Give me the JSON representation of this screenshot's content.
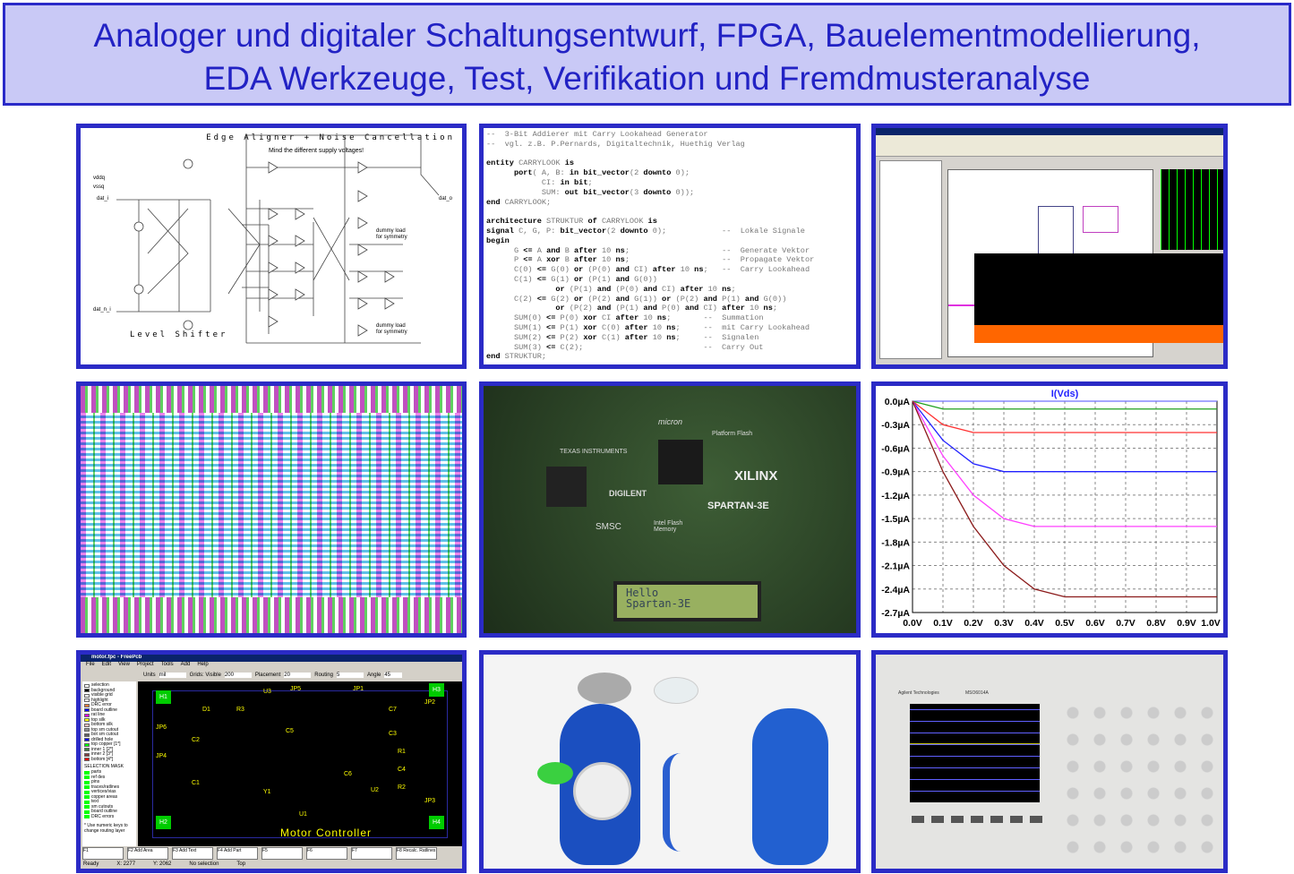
{
  "title": {
    "line1": "Analoger und digitaler Schaltungsentwurf, FPGA, Bauelementmodellierung,",
    "line2": "EDA Werkzeuge, Test, Verifikation und Fremdmusteranalyse"
  },
  "schematic": {
    "heading": "Edge Aligner + Noise Cancellation",
    "note": "Mind the different supply voltages!",
    "footer": "Level Shifter",
    "pins": [
      "vddq",
      "vssq",
      "dat_i",
      "dat_n_i",
      "dat_o"
    ],
    "dummy_note": "dummy load for symmetry"
  },
  "vhdl": {
    "lines": [
      "--  3-Bit Addierer mit Carry Lookahead Generator",
      "--  vgl. z.B. P.Pernards, Digitaltechnik, Huethig Verlag",
      "",
      "entity CARRYLOOK is",
      "      port( A, B: in bit_vector(2 downto 0);",
      "            CI: in bit;",
      "            SUM: out bit_vector(3 downto 0));",
      "end CARRYLOOK;",
      "",
      "architecture STRUKTUR of CARRYLOOK is",
      "signal C, G, P: bit_vector(2 downto 0);            --  Lokale Signale",
      "begin",
      "      G <= A and B after 10 ns;                    --  Generate Vektor",
      "      P <= A xor B after 10 ns;                    --  Propagate Vektor",
      "      C(0) <= G(0) or (P(0) and CI) after 10 ns;   --  Carry Lookahead",
      "      C(1) <= G(1) or (P(1) and G(0))",
      "               or (P(1) and (P(0) and CI) after 10 ns;",
      "      C(2) <= G(2) or (P(2) and G(1)) or (P(2) and P(1) and G(0))",
      "               or (P(2) and (P(1) and P(0) and CI) after 10 ns;",
      "      SUM(0) <= P(0) xor CI after 10 ns;       --  Summation",
      "      SUM(1) <= P(1) xor C(0) after 10 ns;     --  mit Carry Lookahead",
      "      SUM(2) <= P(2) xor C(1) after 10 ns;     --  Signalen",
      "      SUM(3) <= C(2);                          --  Carry Out",
      "end STRUKTUR;"
    ]
  },
  "chart_data": {
    "type": "line",
    "title": "I(Vds)",
    "xlabel": "",
    "ylabel": "",
    "x": [
      0.0,
      0.1,
      0.2,
      0.3,
      0.4,
      0.5,
      0.6,
      0.7,
      0.8,
      0.9,
      1.0
    ],
    "x_tick_labels": [
      "0.0V",
      "0.1V",
      "0.2V",
      "0.3V",
      "0.4V",
      "0.5V",
      "0.6V",
      "0.7V",
      "0.8V",
      "0.9V",
      "1.0V"
    ],
    "y_tick_labels": [
      "0.0µA",
      "-0.3µA",
      "-0.6µA",
      "-0.9µA",
      "-1.2µA",
      "-1.5µA",
      "-1.8µA",
      "-2.1µA",
      "-2.4µA",
      "-2.7µA"
    ],
    "xlim": [
      0,
      1.0
    ],
    "ylim": [
      -2.7,
      0
    ],
    "grid": true,
    "unit_y": "µA",
    "unit_x": "V",
    "series": [
      {
        "color": "#7070ff",
        "values": [
          0,
          0,
          0,
          0,
          0,
          0,
          0,
          0,
          0,
          0,
          0
        ]
      },
      {
        "color": "#20a020",
        "values": [
          0,
          -0.1,
          -0.1,
          -0.1,
          -0.1,
          -0.1,
          -0.1,
          -0.1,
          -0.1,
          -0.1,
          -0.1
        ]
      },
      {
        "color": "#ff3030",
        "values": [
          0,
          -0.3,
          -0.4,
          -0.4,
          -0.4,
          -0.4,
          -0.4,
          -0.4,
          -0.4,
          -0.4,
          -0.4
        ]
      },
      {
        "color": "#2020ff",
        "values": [
          0,
          -0.5,
          -0.8,
          -0.9,
          -0.9,
          -0.9,
          -0.9,
          -0.9,
          -0.9,
          -0.9,
          -0.9
        ]
      },
      {
        "color": "#ff40ff",
        "values": [
          0,
          -0.7,
          -1.2,
          -1.5,
          -1.6,
          -1.6,
          -1.6,
          -1.6,
          -1.6,
          -1.6,
          -1.6
        ]
      },
      {
        "color": "#8b1a1a",
        "values": [
          0,
          -0.9,
          -1.6,
          -2.1,
          -2.4,
          -2.5,
          -2.5,
          -2.5,
          -2.5,
          -2.5,
          -2.5
        ]
      }
    ]
  },
  "board": {
    "brands": [
      "micron",
      "TEXAS INSTRUMENTS",
      "DIGILENT",
      "XILINX",
      "SPARTAN-3E",
      "SMSC",
      "Intel Flash Memory",
      "Platform Flash"
    ],
    "lcd": [
      "Hello",
      "Spartan-3E"
    ]
  },
  "pcb": {
    "window_title": "motor.fpc - FreePcb",
    "menu": [
      "File",
      "Edit",
      "View",
      "Project",
      "Tools",
      "Add",
      "Help"
    ],
    "toolbar": {
      "units_label": "Units",
      "units": "mil",
      "grid_label": "Grids: Visible",
      "grid": "200",
      "placement_label": "Placement",
      "placement": "20",
      "routing_label": "Routing",
      "routing": "5",
      "angle_label": "Angle",
      "angle": "45"
    },
    "layers": [
      "selection",
      "background",
      "visible grid",
      "highlight",
      "DRC error",
      "board outline",
      "rat line",
      "top silk",
      "bottom silk",
      "top sm cutout",
      "bot sm cutout",
      "drilled hole",
      "top copper [1*]",
      "inner 1 [2*]",
      "inner 2 [3*]",
      "bottom [4*]"
    ],
    "layer_colors": [
      "#fff",
      "#000",
      "#fff",
      "#fff",
      "#ff8040",
      "#0000ff",
      "#ff00ff",
      "#ffff00",
      "#ffc0c0",
      "#909090",
      "#606060",
      "#0000ff",
      "#00ff00",
      "#408040",
      "#804040",
      "#ff0000"
    ],
    "mask_title": "SELECTION MASK",
    "mask": [
      "parts",
      "ref des",
      "pins",
      "traces/ratlines",
      "vertices/vias",
      "copper areas",
      "text",
      "sm cutouts",
      "board outline",
      "DRC errors"
    ],
    "hint": "* Use numeric keys to change routing layer",
    "board_text": "Motor Controller",
    "refs": [
      "D1",
      "R3",
      "U3",
      "JP5",
      "JP1",
      "C7",
      "JP2",
      "C3",
      "R1",
      "C4",
      "R2",
      "JP3",
      "JP6",
      "C2",
      "C5",
      "JP4",
      "C1",
      "Y1",
      "U1",
      "C6",
      "U2",
      "H1",
      "H2",
      "H3",
      "H4"
    ],
    "fkeys": [
      "F1",
      "F2 Add Area",
      "F3 Add Text",
      "F4 Add Part",
      "F5",
      "F6",
      "F7",
      "F8 Recalc. Ratlines"
    ],
    "status": [
      "Ready",
      "X: 2277",
      "Y: 2062",
      "No selection",
      "Top"
    ]
  },
  "scope": {
    "brand": "Agilent Technologies",
    "model": "MSO6014A"
  }
}
